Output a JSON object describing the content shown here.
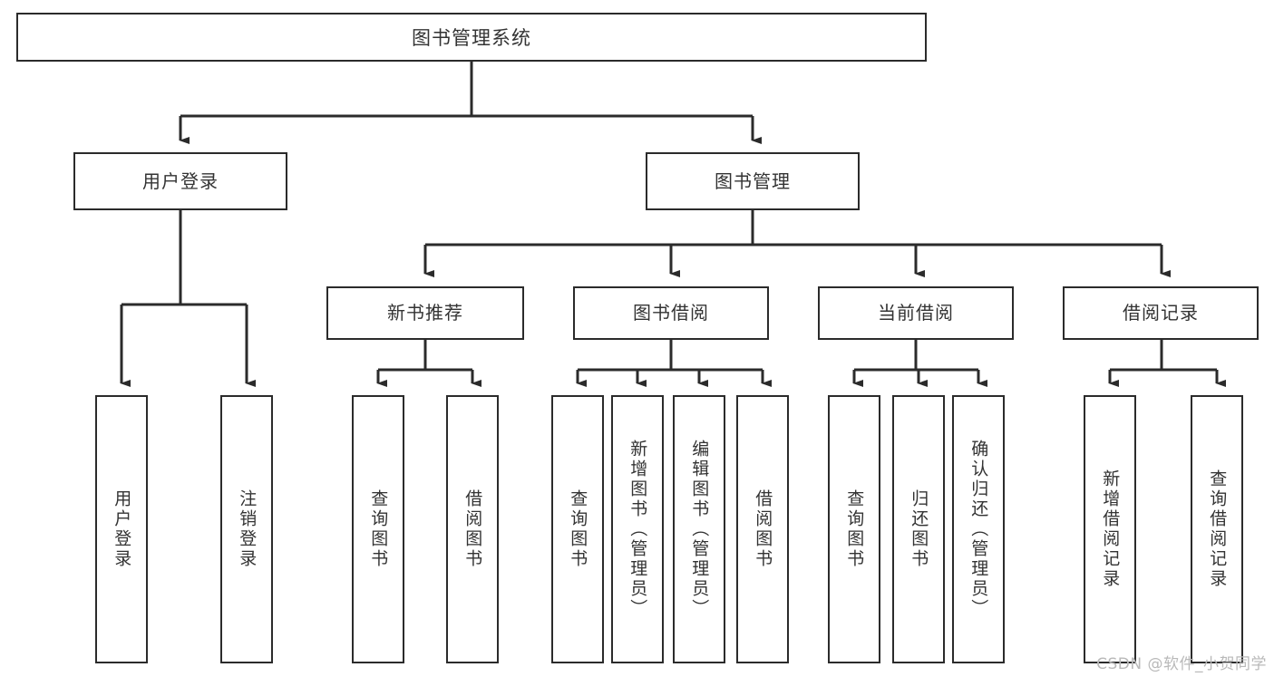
{
  "diagram": {
    "title": "图书管理系统",
    "type": "tree",
    "root": {
      "label": "图书管理系统"
    },
    "level2": [
      {
        "id": "user-login",
        "label": "用户登录"
      },
      {
        "id": "book-manage",
        "label": "图书管理"
      }
    ],
    "level3": [
      {
        "id": "new-book-recommend",
        "label": "新书推荐"
      },
      {
        "id": "book-borrow",
        "label": "图书借阅"
      },
      {
        "id": "current-borrow",
        "label": "当前借阅"
      },
      {
        "id": "borrow-record",
        "label": "借阅记录"
      }
    ],
    "leaves": {
      "user_login": [
        {
          "id": "leaf-user-login",
          "label": "用户登录"
        },
        {
          "id": "leaf-logout-login",
          "label": "注销登录"
        }
      ],
      "new_book_recommend": [
        {
          "id": "leaf-query-book-1",
          "label": "查询图书"
        },
        {
          "id": "leaf-borrow-book-1",
          "label": "借阅图书"
        }
      ],
      "book_borrow": [
        {
          "id": "leaf-query-book-2",
          "label": "查询图书"
        },
        {
          "id": "leaf-add-book",
          "label": "新增图书（管理员）"
        },
        {
          "id": "leaf-edit-book",
          "label": "编辑图书（管理员）"
        },
        {
          "id": "leaf-borrow-book-2",
          "label": "借阅图书"
        }
      ],
      "current_borrow": [
        {
          "id": "leaf-query-book-3",
          "label": "查询图书"
        },
        {
          "id": "leaf-return-book",
          "label": "归还图书"
        },
        {
          "id": "leaf-confirm-return",
          "label": "确认归还（管理员）"
        }
      ],
      "borrow_record": [
        {
          "id": "leaf-add-record",
          "label": "新增借阅记录"
        },
        {
          "id": "leaf-query-record",
          "label": "查询借阅记录"
        }
      ]
    }
  },
  "watermark": {
    "text": "CSDN @软件_小贺同学"
  },
  "colors": {
    "stroke": "#2b2b2b",
    "text": "#333333",
    "background": "#ffffff",
    "watermark": "#b9b9b9"
  }
}
